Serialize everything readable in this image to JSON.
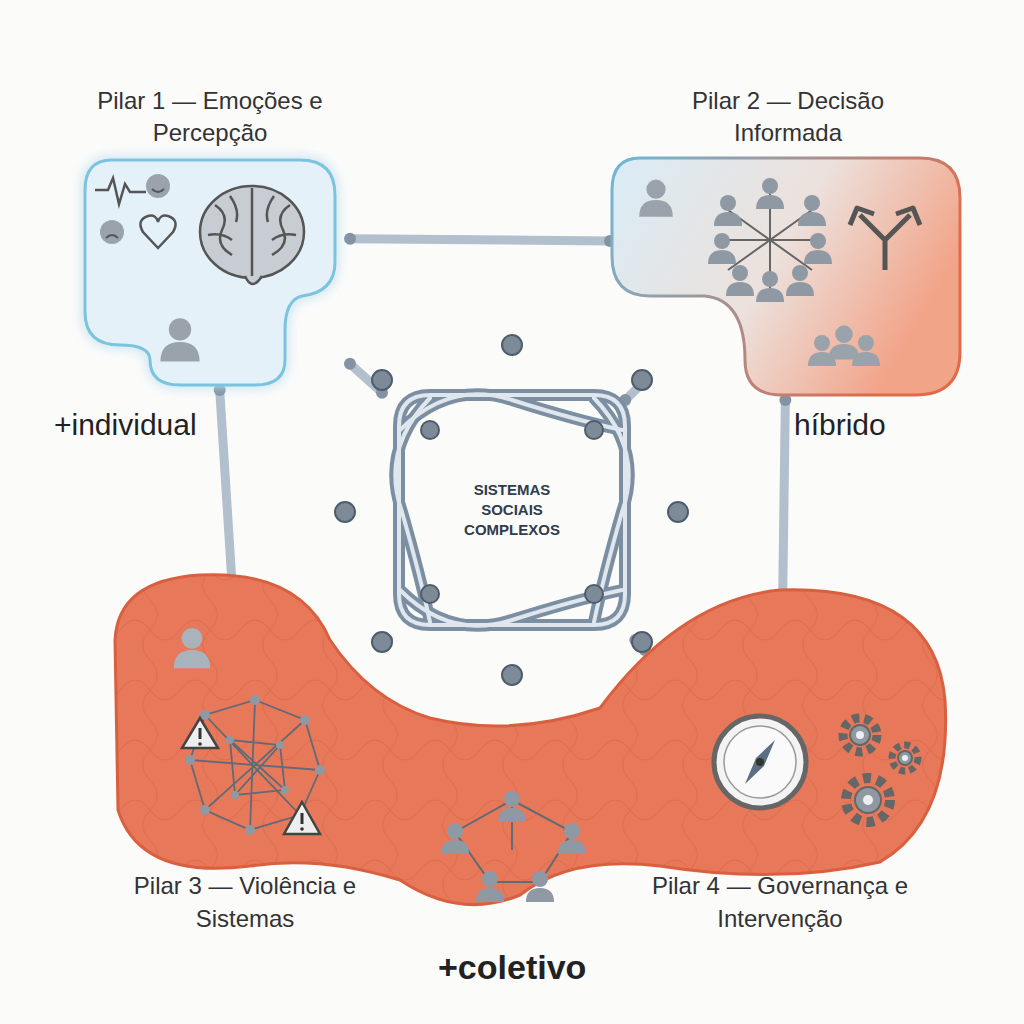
{
  "diagram": {
    "nodes": [
      {
        "text": [
          "Pilar 1 — Emoções e Percepção"
        ]
      },
      {
        "text": [
          "Pilar 2 — Decisão Informada"
        ]
      },
      {
        "text": [
          "SISTEMAS SOCIAIS COMPLEXOS"
        ]
      },
      {
        "text": [
          "Pilar 3 — Violência e Sistemas"
        ]
      },
      {
        "text": [
          "Pilar 4 — Governança e Intervenção"
        ]
      }
    ],
    "edges": [
      {
        "from": 0,
        "to": 1,
        "arrow": "none"
      },
      {
        "from": 0,
        "to": 2,
        "arrow": "none"
      },
      {
        "from": 1,
        "to": 2,
        "arrow": "none"
      },
      {
        "from": 2,
        "to": 3,
        "arrow": "none"
      },
      {
        "from": 2,
        "to": 4,
        "arrow": "none"
      },
      {
        "from": 0,
        "to": 3,
        "arrow": "none"
      },
      {
        "from": 1,
        "to": 4,
        "arrow": "none"
      },
      {
        "from": 3,
        "to": 4,
        "arrow": "none"
      }
    ],
    "labels": [
      "+individual",
      "híbrido",
      "+coletivo"
    ]
  }
}
